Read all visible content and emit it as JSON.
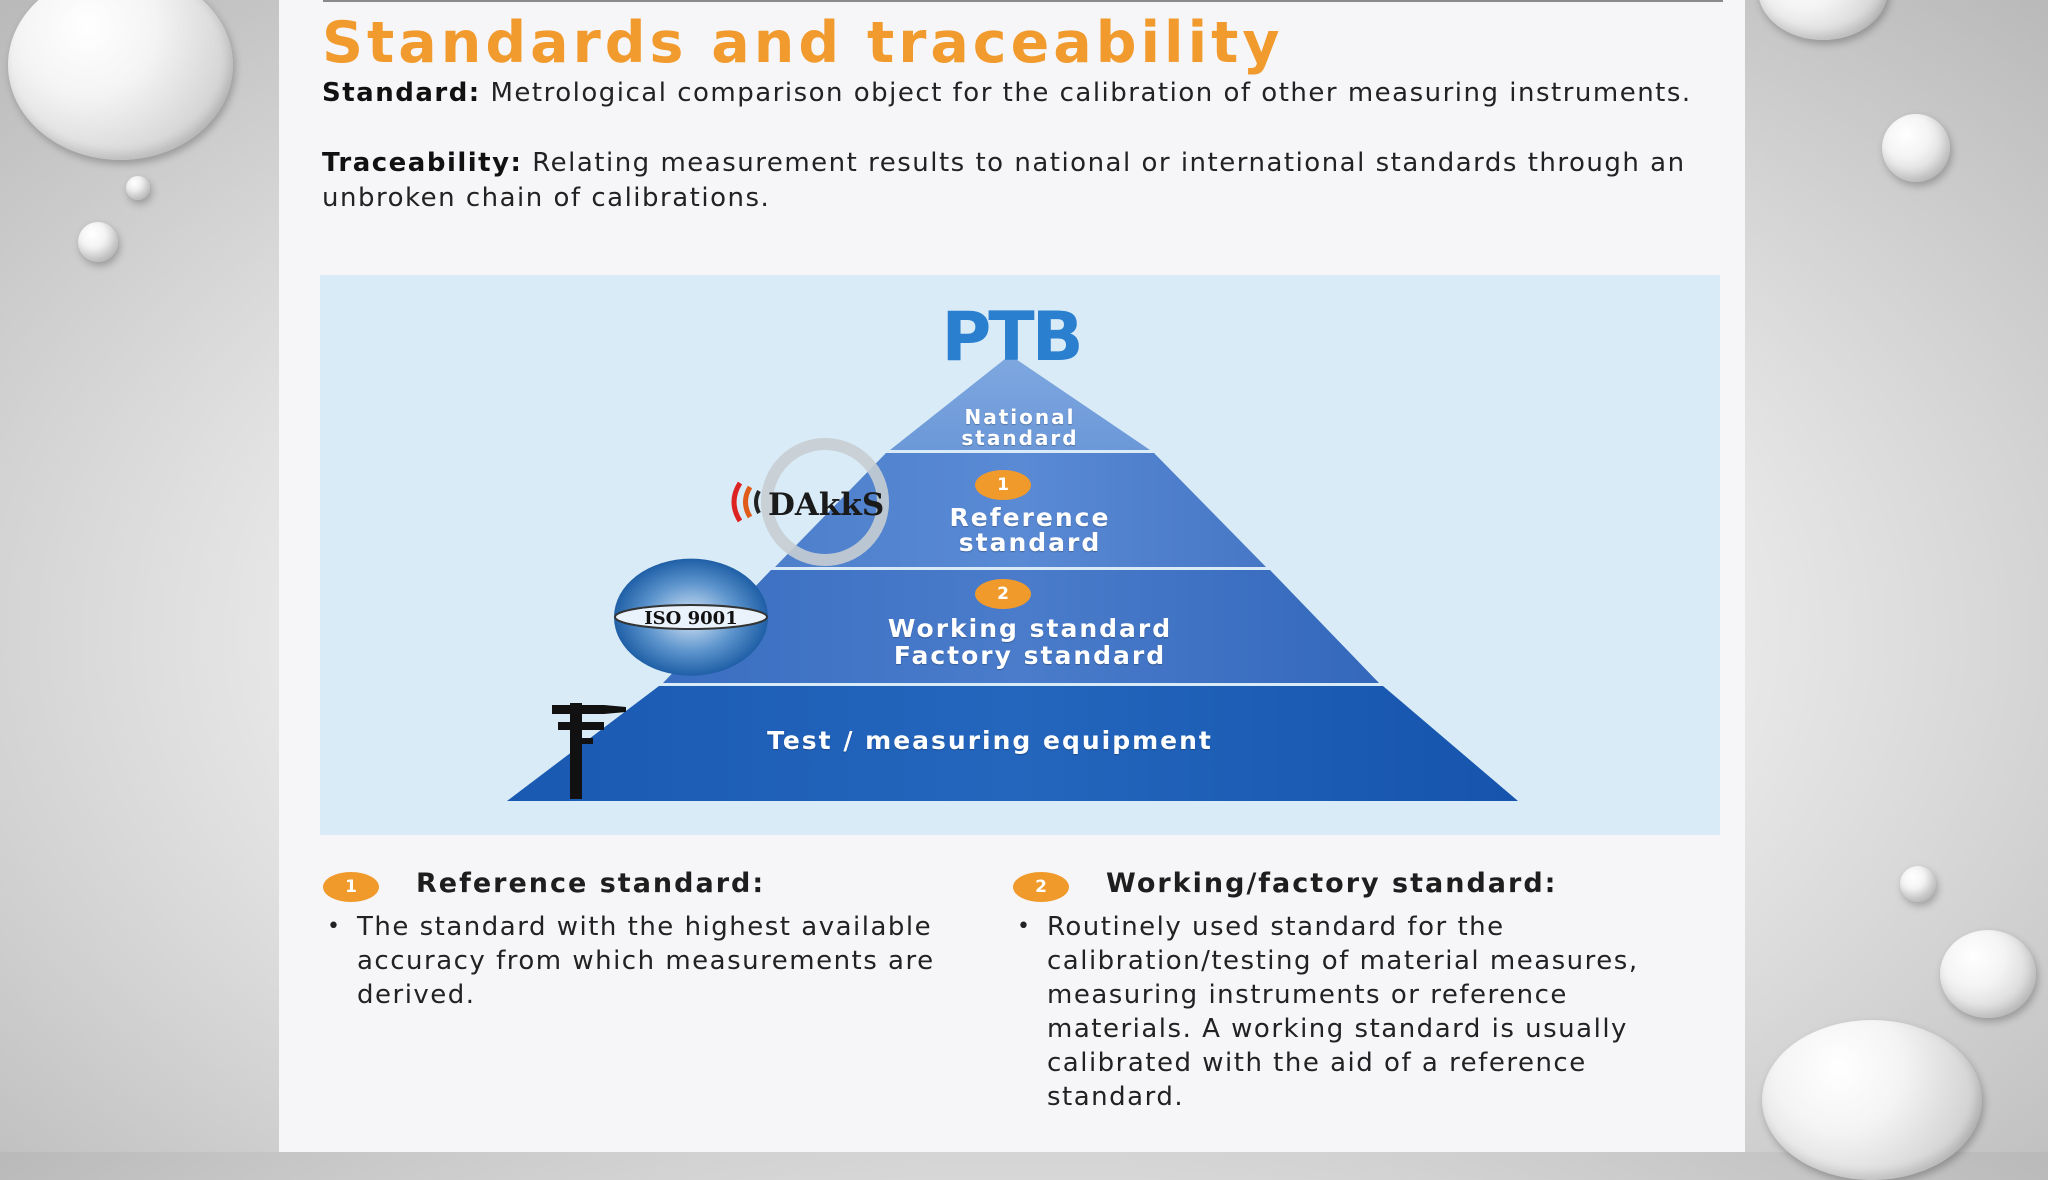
{
  "title": "Standards and traceability",
  "definitions": {
    "standard_term": "Standard:",
    "standard_text": " Metrological comparison object for the calibration of other measuring instruments.",
    "traceability_term": "Traceability:",
    "traceability_text": " Relating measurement results to national or international standards through an unbroken chain of calibrations."
  },
  "pyramid": {
    "logo": "PTB",
    "tiers": [
      {
        "label_lines": [
          "National",
          "standard"
        ]
      },
      {
        "badge": "1",
        "label_lines": [
          "Reference",
          "standard"
        ]
      },
      {
        "badge": "2",
        "label_lines": [
          "Working standard",
          "Factory standard"
        ]
      },
      {
        "label_lines": [
          "Test / measuring equipment"
        ]
      }
    ],
    "dakks_logo": "DAkkS",
    "iso_logo": "ISO 9001",
    "colors": {
      "tier_dark": "#1d5fb8",
      "tier_light": "#5b8fd6",
      "background": "#d9ebf6"
    }
  },
  "notes": [
    {
      "badge": "1",
      "heading": "Reference standard:",
      "bullet": "The standard with the highest available accuracy from which measurements are derived."
    },
    {
      "badge": "2",
      "heading": "Working/factory standard:",
      "bullet": "Routinely used standard for the calibration/testing of material measures, measuring instruments or reference materials. A working standard is usually calibrated with the aid of a reference standard."
    }
  ],
  "colors": {
    "accent": "#f19a2e"
  }
}
